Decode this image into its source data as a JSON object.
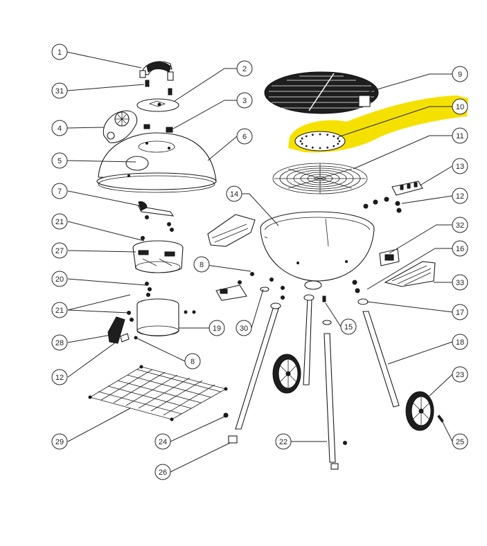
{
  "diagram": {
    "highlight_color": "#F5E100",
    "line_color": "#222222",
    "highlighted_part": "10",
    "callouts": [
      {
        "id": "c1",
        "label": "1"
      },
      {
        "id": "c31",
        "label": "31"
      },
      {
        "id": "c4",
        "label": "4"
      },
      {
        "id": "c5",
        "label": "5"
      },
      {
        "id": "c7",
        "label": "7"
      },
      {
        "id": "c21a",
        "label": "21"
      },
      {
        "id": "c27",
        "label": "27"
      },
      {
        "id": "c20",
        "label": "20"
      },
      {
        "id": "c21b",
        "label": "21"
      },
      {
        "id": "c28",
        "label": "28"
      },
      {
        "id": "c12a",
        "label": "12"
      },
      {
        "id": "c29",
        "label": "29"
      },
      {
        "id": "c2",
        "label": "2"
      },
      {
        "id": "c3",
        "label": "3"
      },
      {
        "id": "c6",
        "label": "6"
      },
      {
        "id": "c14",
        "label": "14"
      },
      {
        "id": "c8a",
        "label": "8"
      },
      {
        "id": "c19",
        "label": "19"
      },
      {
        "id": "c8b",
        "label": "8"
      },
      {
        "id": "c30",
        "label": "30"
      },
      {
        "id": "c24",
        "label": "24"
      },
      {
        "id": "c26",
        "label": "26"
      },
      {
        "id": "c22",
        "label": "22"
      },
      {
        "id": "c15",
        "label": "15"
      },
      {
        "id": "c9",
        "label": "9"
      },
      {
        "id": "c10",
        "label": "10"
      },
      {
        "id": "c11",
        "label": "11"
      },
      {
        "id": "c13",
        "label": "13"
      },
      {
        "id": "c12b",
        "label": "12"
      },
      {
        "id": "c32",
        "label": "32"
      },
      {
        "id": "c16",
        "label": "16"
      },
      {
        "id": "c33",
        "label": "33"
      },
      {
        "id": "c17",
        "label": "17"
      },
      {
        "id": "c18",
        "label": "18"
      },
      {
        "id": "c23",
        "label": "23"
      },
      {
        "id": "c25",
        "label": "25"
      }
    ]
  }
}
